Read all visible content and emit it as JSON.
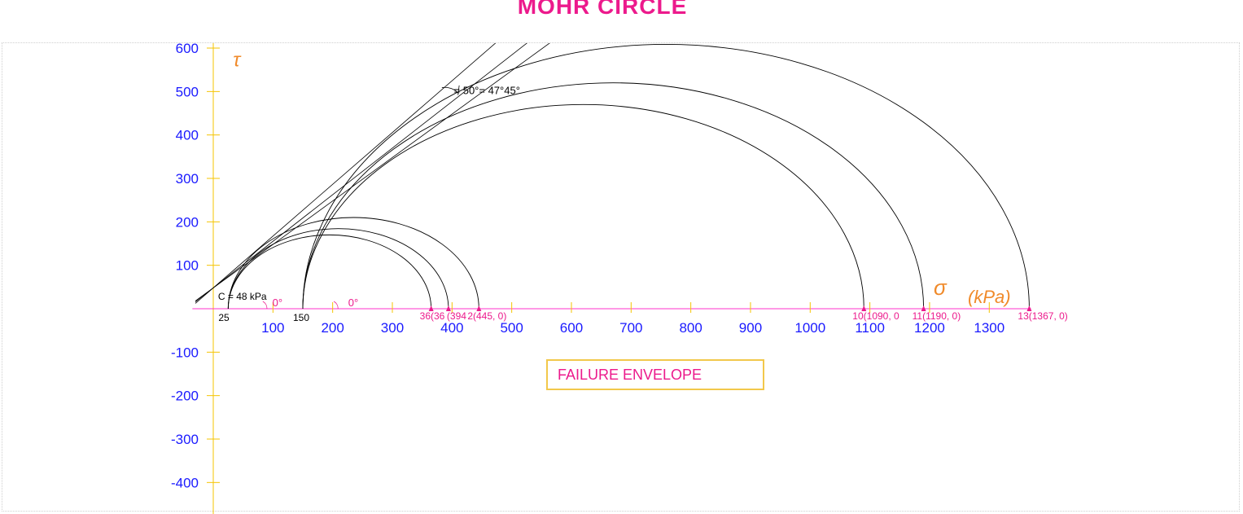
{
  "title": "MOHR CIRCLE",
  "legend_button": "FAILURE ENVELOPE",
  "colors": {
    "axis": "#f5c400",
    "tick_label": "#1a1aff",
    "sigma_axis": "#ff33cc",
    "point": "#ec1a8c",
    "curve": "#000000",
    "symbol": "#f08a2a"
  },
  "chart_data": {
    "type": "diagram",
    "xlim": [
      -35,
      1430
    ],
    "ylim": [
      -470,
      610
    ],
    "x_ticks": [
      100,
      200,
      300,
      400,
      500,
      600,
      700,
      800,
      900,
      1000,
      1100,
      1200,
      1300
    ],
    "y_ticks": [
      600,
      500,
      400,
      300,
      200,
      100,
      -100,
      -200,
      -300,
      -400
    ],
    "axis_labels": {
      "tau": "τ",
      "sigma": "σ",
      "sigma_unit": "(kPa)"
    },
    "circles": [
      {
        "sigma3": 25,
        "sigma1": 365
      },
      {
        "sigma3": 25,
        "sigma1": 394
      },
      {
        "sigma3": 25,
        "sigma1": 445
      },
      {
        "sigma3": 150,
        "sigma1": 1090
      },
      {
        "sigma3": 150,
        "sigma1": 1190
      },
      {
        "sigma3": 150,
        "sigma1": 1367
      }
    ],
    "origin_labels": [
      "25",
      "150"
    ],
    "point_labels": [
      {
        "x": 365,
        "text": "36(36"
      },
      {
        "x": 394,
        "text": "(394"
      },
      {
        "x": 445,
        "text": "2(445, 0)"
      },
      {
        "x": 1090,
        "text": "10(1090, 0"
      },
      {
        "x": 1190,
        "text": "11(1190, 0)"
      },
      {
        "x": 1367,
        "text": "13(1367, 0)"
      }
    ],
    "cohesion_label": "C = 48 kPa",
    "phi_label": "= 50°= 47°45°",
    "angle_labels": [
      "0°",
      "0°"
    ],
    "envelopes": [
      {
        "c": 48,
        "phi_deg": 50
      },
      {
        "c": 48,
        "phi_deg": 47
      },
      {
        "c": 48,
        "phi_deg": 45
      }
    ]
  }
}
